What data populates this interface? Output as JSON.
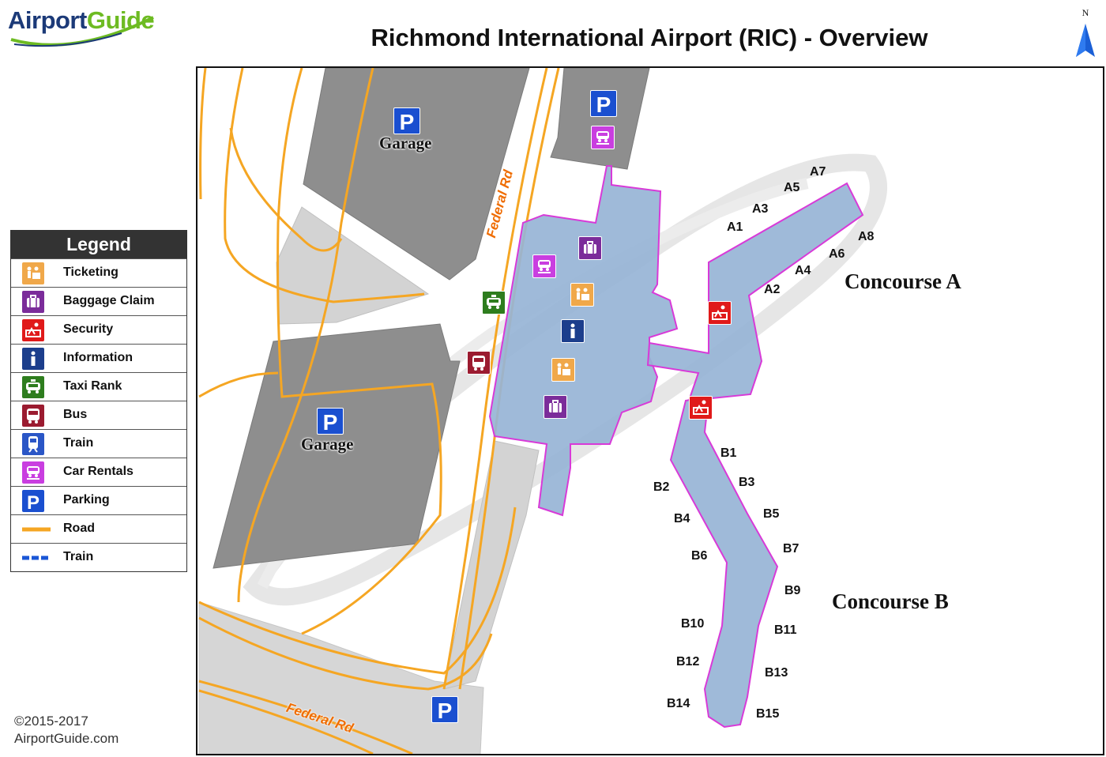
{
  "header": {
    "logo_prefix": "Airport",
    "logo_suffix": "Guide",
    "title": "Richmond International Airport (RIC) - Overview",
    "north_label": "N"
  },
  "legend": {
    "title": "Legend",
    "items": [
      {
        "key": "ticketing",
        "label": "Ticketing",
        "color": "#f0a84a",
        "icon": "ticketing-icon"
      },
      {
        "key": "baggage",
        "label": "Baggage Claim",
        "color": "#7b2c9a",
        "icon": "baggage-icon"
      },
      {
        "key": "security",
        "label": "Security",
        "color": "#e01a1a",
        "icon": "security-icon"
      },
      {
        "key": "information",
        "label": "Information",
        "color": "#1c3e8c",
        "icon": "info-icon"
      },
      {
        "key": "taxi",
        "label": "Taxi Rank",
        "color": "#2e7d1e",
        "icon": "taxi-icon"
      },
      {
        "key": "bus",
        "label": "Bus",
        "color": "#9b1b30",
        "icon": "bus-icon"
      },
      {
        "key": "train",
        "label": "Train",
        "color": "#2a56c6",
        "icon": "train-icon"
      },
      {
        "key": "carrental",
        "label": "Car Rentals",
        "color": "#c93ee0",
        "icon": "car-rental-icon"
      },
      {
        "key": "parking",
        "label": "Parking",
        "color": "#1a4fd0",
        "icon": "parking-icon"
      },
      {
        "key": "road",
        "label": "Road",
        "color": "#f5a623",
        "icon": "road-line"
      },
      {
        "key": "trainline",
        "label": "Train",
        "color": "#1a56d6",
        "icon": "train-line"
      }
    ]
  },
  "map": {
    "garage_label": "Garage",
    "road_name": "Federal Rd",
    "parking_letter": "P",
    "concourses": [
      "Concourse A",
      "Concourse B"
    ],
    "gates_a": [
      "A1",
      "A2",
      "A3",
      "A4",
      "A5",
      "A6",
      "A7",
      "A8"
    ],
    "gates_b": [
      "B1",
      "B2",
      "B3",
      "B4",
      "B5",
      "B6",
      "B7",
      "B9",
      "B10",
      "B11",
      "B12",
      "B13",
      "B14",
      "B15"
    ]
  },
  "footer": {
    "copyright": "©2015-2017",
    "site": "AirportGuide.com"
  }
}
